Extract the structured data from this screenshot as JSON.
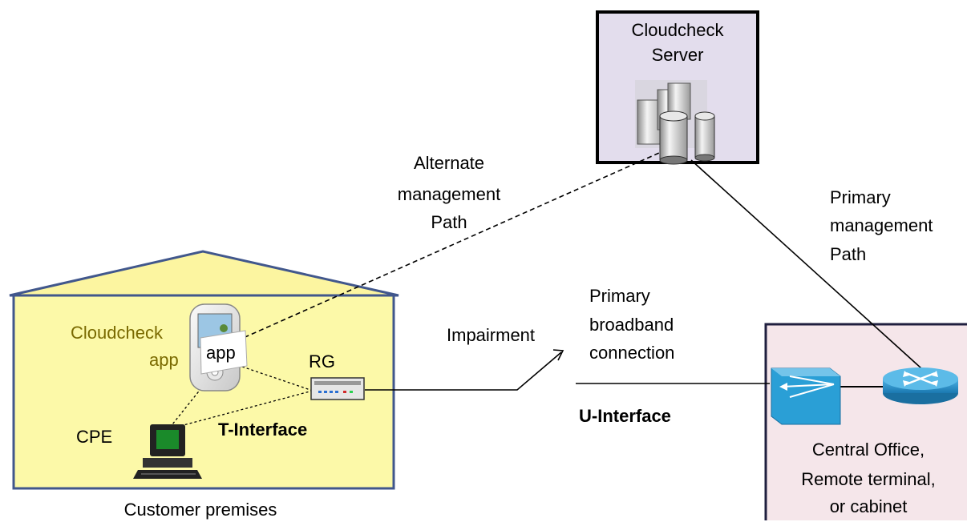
{
  "server": {
    "title_line1": "Cloudcheck",
    "title_line2": "Server"
  },
  "alt_path": {
    "line1": "Alternate",
    "line2": "management",
    "line3": "Path"
  },
  "primary_mgmt": {
    "line1": "Primary",
    "line2": "management",
    "line3": "Path"
  },
  "primary_bb": {
    "line1": "Primary",
    "line2": "broadband",
    "line3": "connection"
  },
  "impairment": "Impairment",
  "u_interface": "U-Interface",
  "t_interface": "T-Interface",
  "rg": "RG",
  "cpe": "CPE",
  "app": {
    "line1": "Cloudcheck",
    "line2": "app",
    "badge": "app"
  },
  "premises": "Customer premises",
  "central_office": {
    "line1": "Central Office,",
    "line2": "Remote terminal,",
    "line3": "or cabinet"
  },
  "colors": {
    "house_fill": "#fcf9a8",
    "roof_fill": "#fcf5a0",
    "house_stroke": "#41578c",
    "server_fill": "#e3dded",
    "co_fill": "#f5e6ea",
    "app_text": "#7a6a00",
    "splitter": "#2a9fd6",
    "router": "#1e8cc4"
  }
}
